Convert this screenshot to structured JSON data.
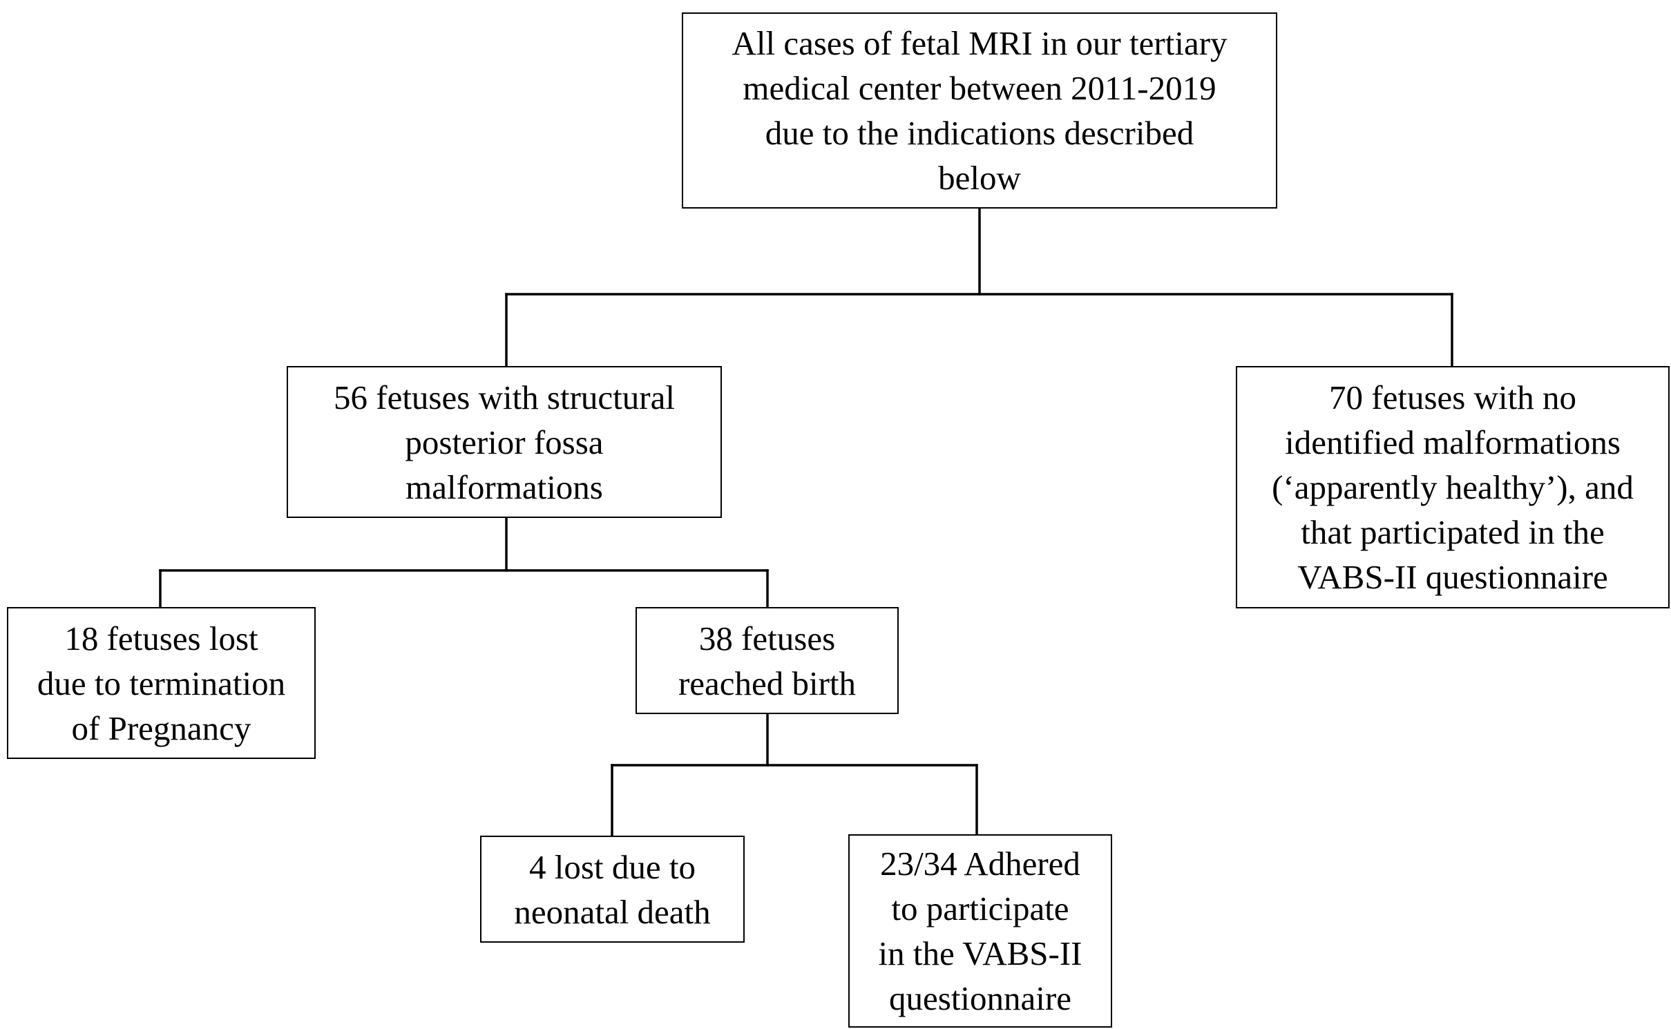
{
  "boxes": {
    "top": {
      "lines": [
        "All cases of fetal MRI in our tertiary",
        "medical center between 2011-2019",
        "due to the indications described",
        "below"
      ]
    },
    "malformations": {
      "lines": [
        "56 fetuses with structural",
        "posterior fossa",
        "malformations"
      ]
    },
    "healthy": {
      "lines": [
        "70 fetuses with no",
        "identified malformations",
        "(‘apparently healthy’), and",
        "that participated in the",
        "VABS-II questionnaire"
      ]
    },
    "termination": {
      "lines": [
        "18 fetuses lost",
        "due to termination",
        "of Pregnancy"
      ]
    },
    "birth": {
      "lines": [
        "38 fetuses",
        "reached birth"
      ]
    },
    "neonatal_death": {
      "lines": [
        "4 lost due to",
        "neonatal death"
      ]
    },
    "adhered": {
      "lines": [
        "23/34 Adhered",
        "to participate",
        "in the VABS-II",
        "questionnaire"
      ]
    }
  }
}
